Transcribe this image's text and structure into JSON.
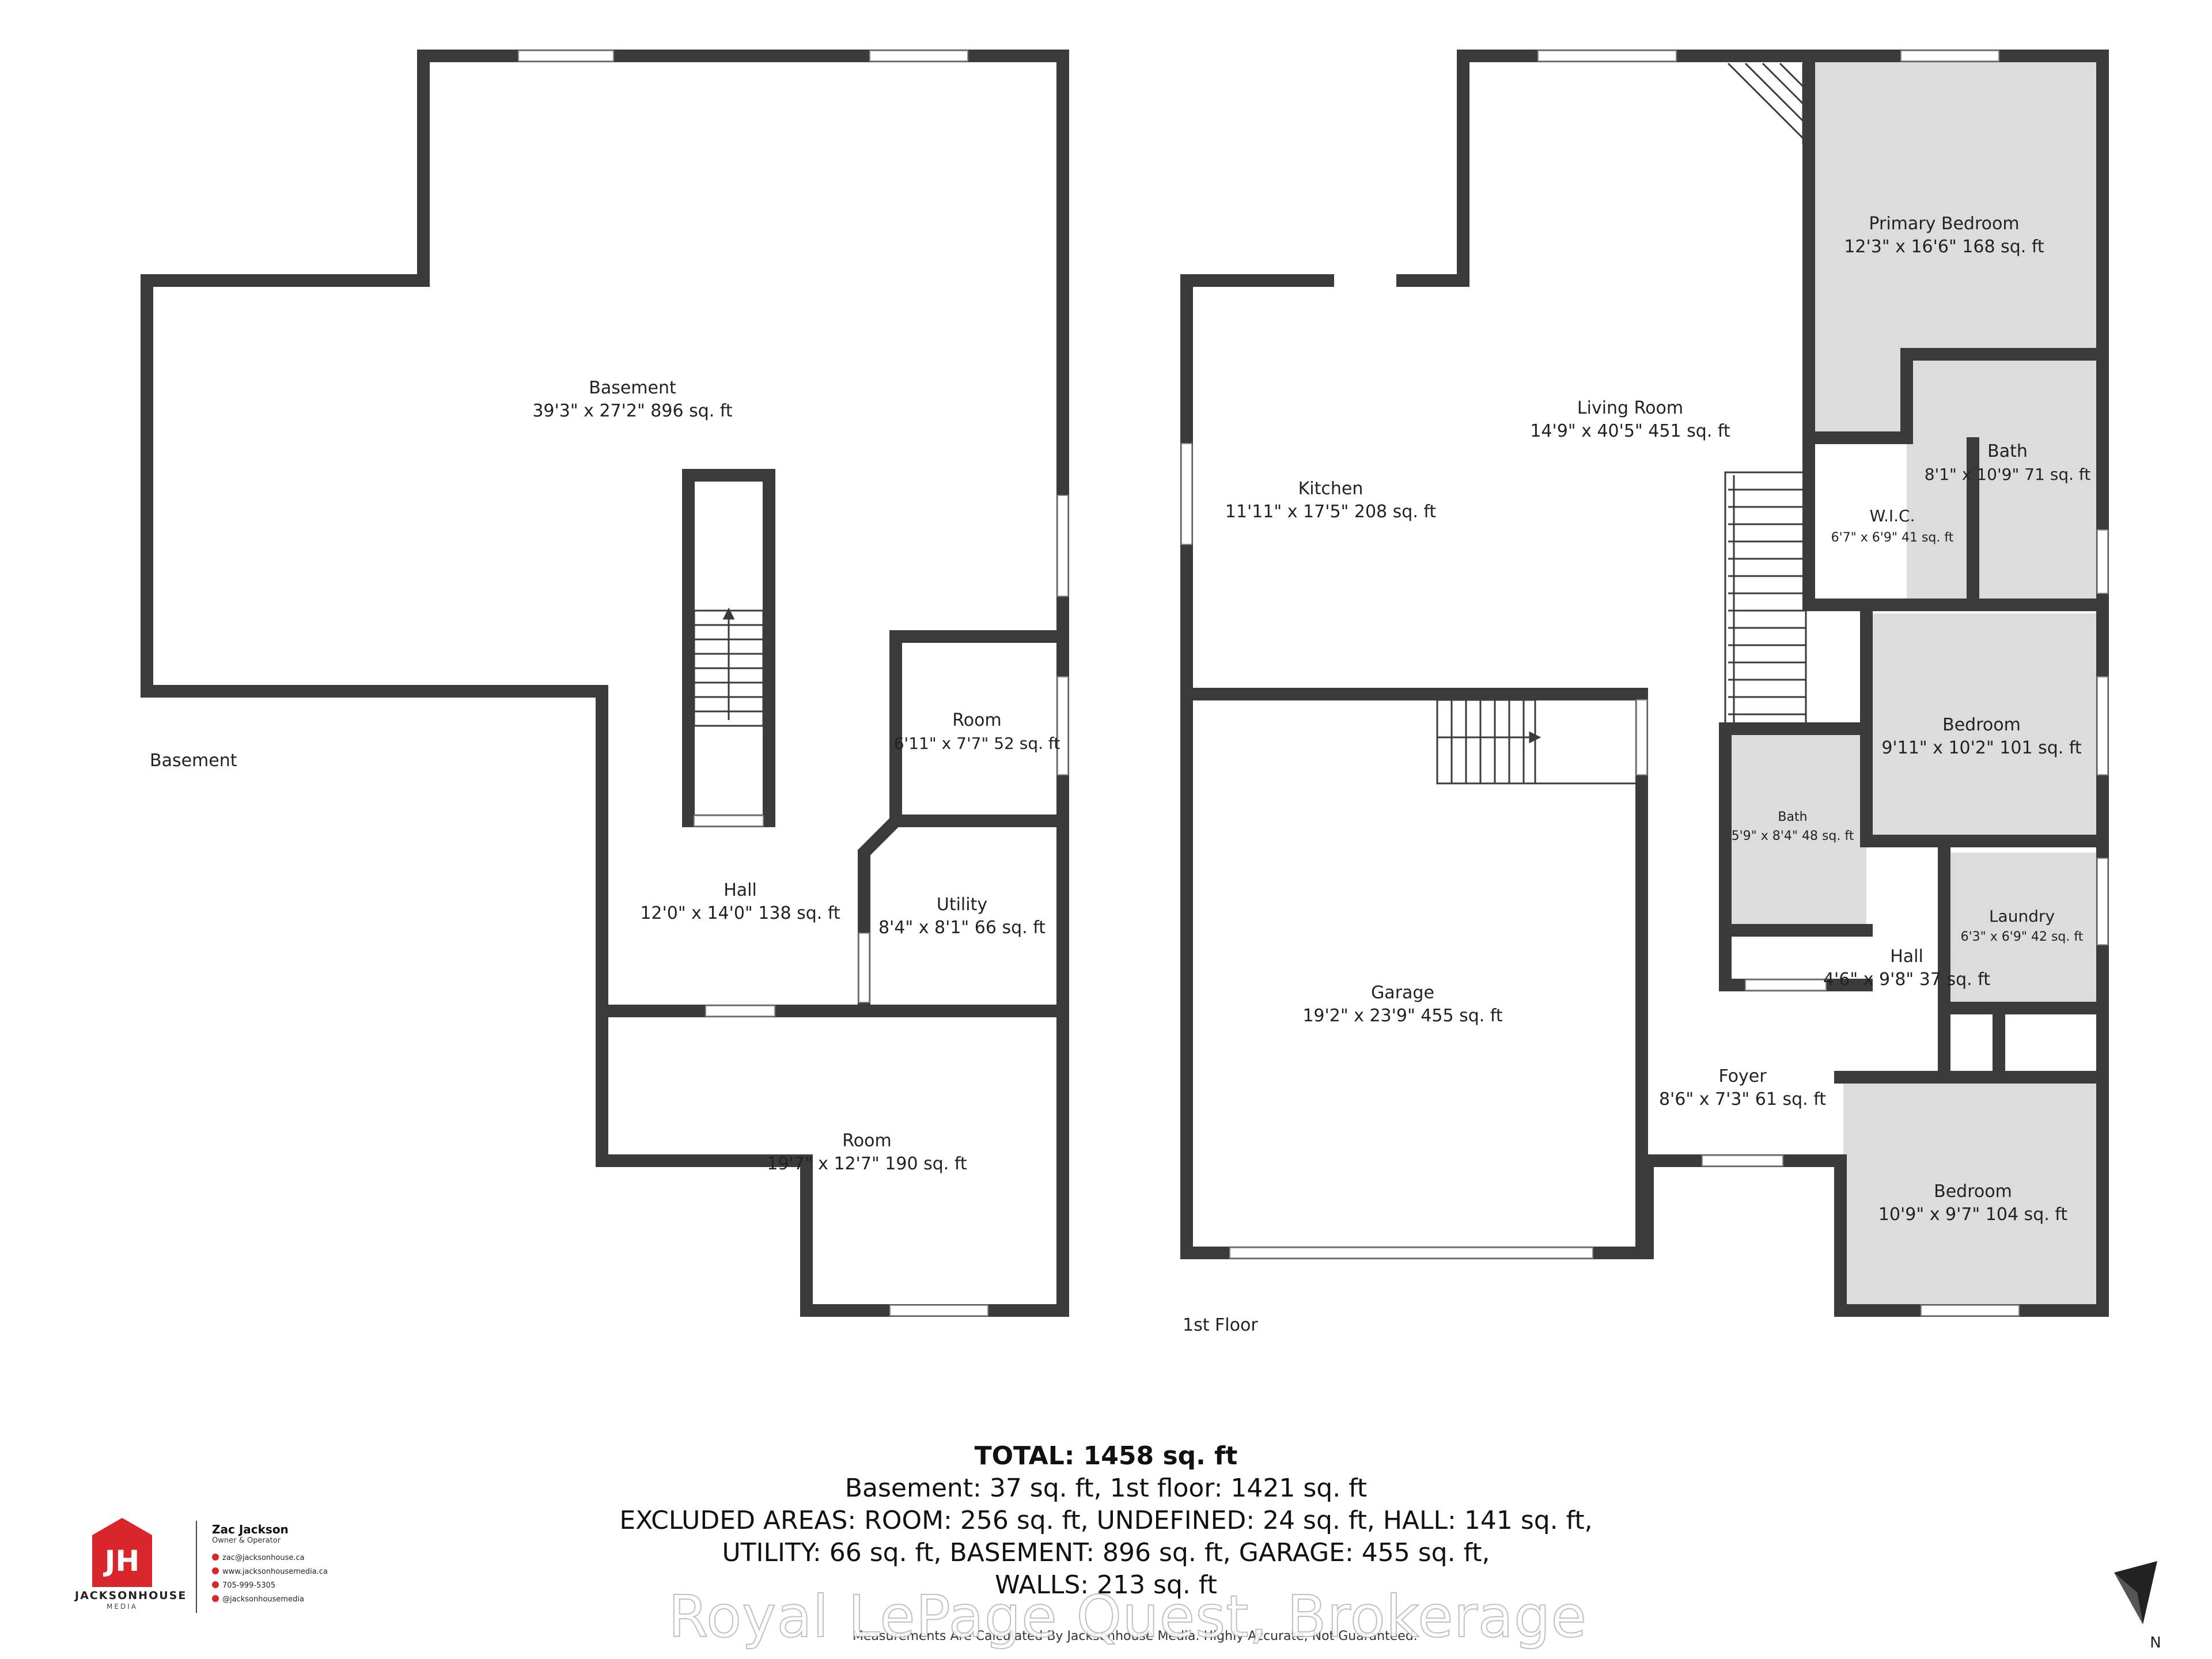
{
  "rooms": {
    "basement": {
      "name": "Basement",
      "dims": "39'3\" x 27'2\" 896 sq. ft"
    },
    "room_small": {
      "name": "Room",
      "dims": "6'11\" x 7'7\" 52 sq. ft"
    },
    "hall_lower": {
      "name": "Hall",
      "dims": "12'0\" x 14'0\" 138 sq. ft"
    },
    "utility": {
      "name": "Utility",
      "dims": "8'4\" x 8'1\" 66 sq. ft"
    },
    "room_large": {
      "name": "Room",
      "dims": "19'7\" x 12'7\" 190 sq. ft"
    },
    "kitchen": {
      "name": "Kitchen",
      "dims": "11'11\" x 17'5\" 208 sq. ft"
    },
    "living": {
      "name": "Living Room",
      "dims": "14'9\" x 40'5\" 451 sq. ft"
    },
    "primary_bedroom": {
      "name": "Primary Bedroom",
      "dims": "12'3\" x 16'6\" 168 sq. ft"
    },
    "bath_primary": {
      "name": "Bath",
      "dims": "8'1\" x 10'9\" 71 sq. ft"
    },
    "wic": {
      "name": "W.I.C.",
      "dims": "6'7\" x 6'9\" 41 sq. ft"
    },
    "bedroom_mid": {
      "name": "Bedroom",
      "dims": "9'11\" x 10'2\" 101 sq. ft"
    },
    "bath_small": {
      "name": "Bath",
      "dims": "5'9\" x 8'4\" 48 sq. ft"
    },
    "laundry": {
      "name": "Laundry",
      "dims": "6'3\" x 6'9\" 42 sq. ft"
    },
    "hall_upper": {
      "name": "Hall",
      "dims": "4'6\" x 9'8\" 37 sq. ft"
    },
    "garage": {
      "name": "Garage",
      "dims": "19'2\" x 23'9\" 455 sq. ft"
    },
    "foyer": {
      "name": "Foyer",
      "dims": "8'6\" x 7'3\" 61 sq. ft"
    },
    "bedroom_front": {
      "name": "Bedroom",
      "dims": "10'9\" x 9'7\" 104 sq. ft"
    }
  },
  "floor_labels": {
    "basement": "Basement",
    "first": "1st Floor"
  },
  "summary": {
    "total": "TOTAL: 1458 sq. ft",
    "line1": "Basement: 37 sq. ft, 1st floor: 1421 sq. ft",
    "line2": "EXCLUDED AREAS: ROOM: 256 sq. ft, UNDEFINED: 24 sq. ft, HALL: 141 sq. ft,",
    "line3": "UTILITY: 66 sq. ft, BASEMENT: 896 sq. ft, GARAGE: 455 sq. ft,",
    "line4": "WALLS: 213 sq. ft"
  },
  "watermark": "Royal LePage Quest, Brokerage",
  "disclaimer": "Measurements Are Calculated By Jacksonhouse Media. Highly Accurate, Not Guaranteed.",
  "brand": {
    "logo_mark": "JH",
    "company": "JACKSONHOUSE",
    "company_sub": "MEDIA",
    "agent_name": "Zac Jackson",
    "agent_role": "Owner & Operator",
    "email": "zac@jacksonhouse.ca",
    "website": "www.jacksonhousemedia.ca",
    "phone": "705-999-5305",
    "social": "@jacksonhousemedia",
    "brand_color": "#d8262b"
  },
  "north_label": "N",
  "colors": {
    "wall": "#3b3b3b",
    "shaded_room": "#dcdcdc"
  }
}
